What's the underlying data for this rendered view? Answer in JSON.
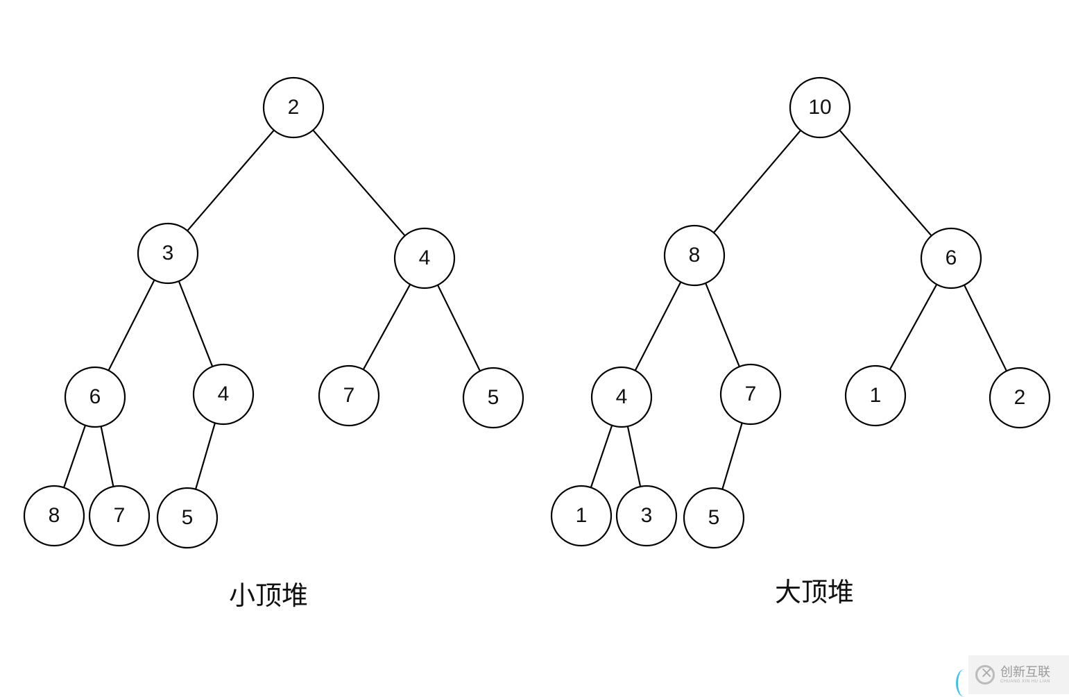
{
  "trees": [
    {
      "name": "min-heap",
      "caption": "小顶堆",
      "nodes": [
        "2",
        "3",
        "4",
        "6",
        "4",
        "7",
        "5",
        "8",
        "7",
        "5"
      ]
    },
    {
      "name": "max-heap",
      "caption": "大顶堆",
      "nodes": [
        "10",
        "8",
        "6",
        "4",
        "7",
        "1",
        "2",
        "1",
        "3",
        "5"
      ]
    }
  ],
  "watermark": {
    "text": "创新互联",
    "subtext": "CHUANG XIN HU LIAN"
  }
}
